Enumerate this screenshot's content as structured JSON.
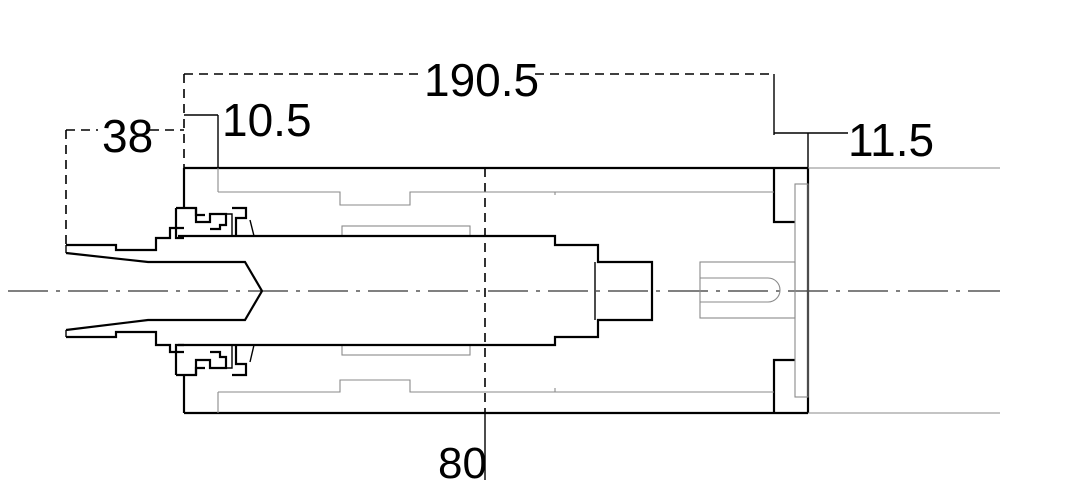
{
  "dimensions": {
    "overall_length": "190.5",
    "front_offset": "10.5",
    "nozzle_length": "38",
    "end_cap_length": "11.5",
    "diameter": "80"
  }
}
